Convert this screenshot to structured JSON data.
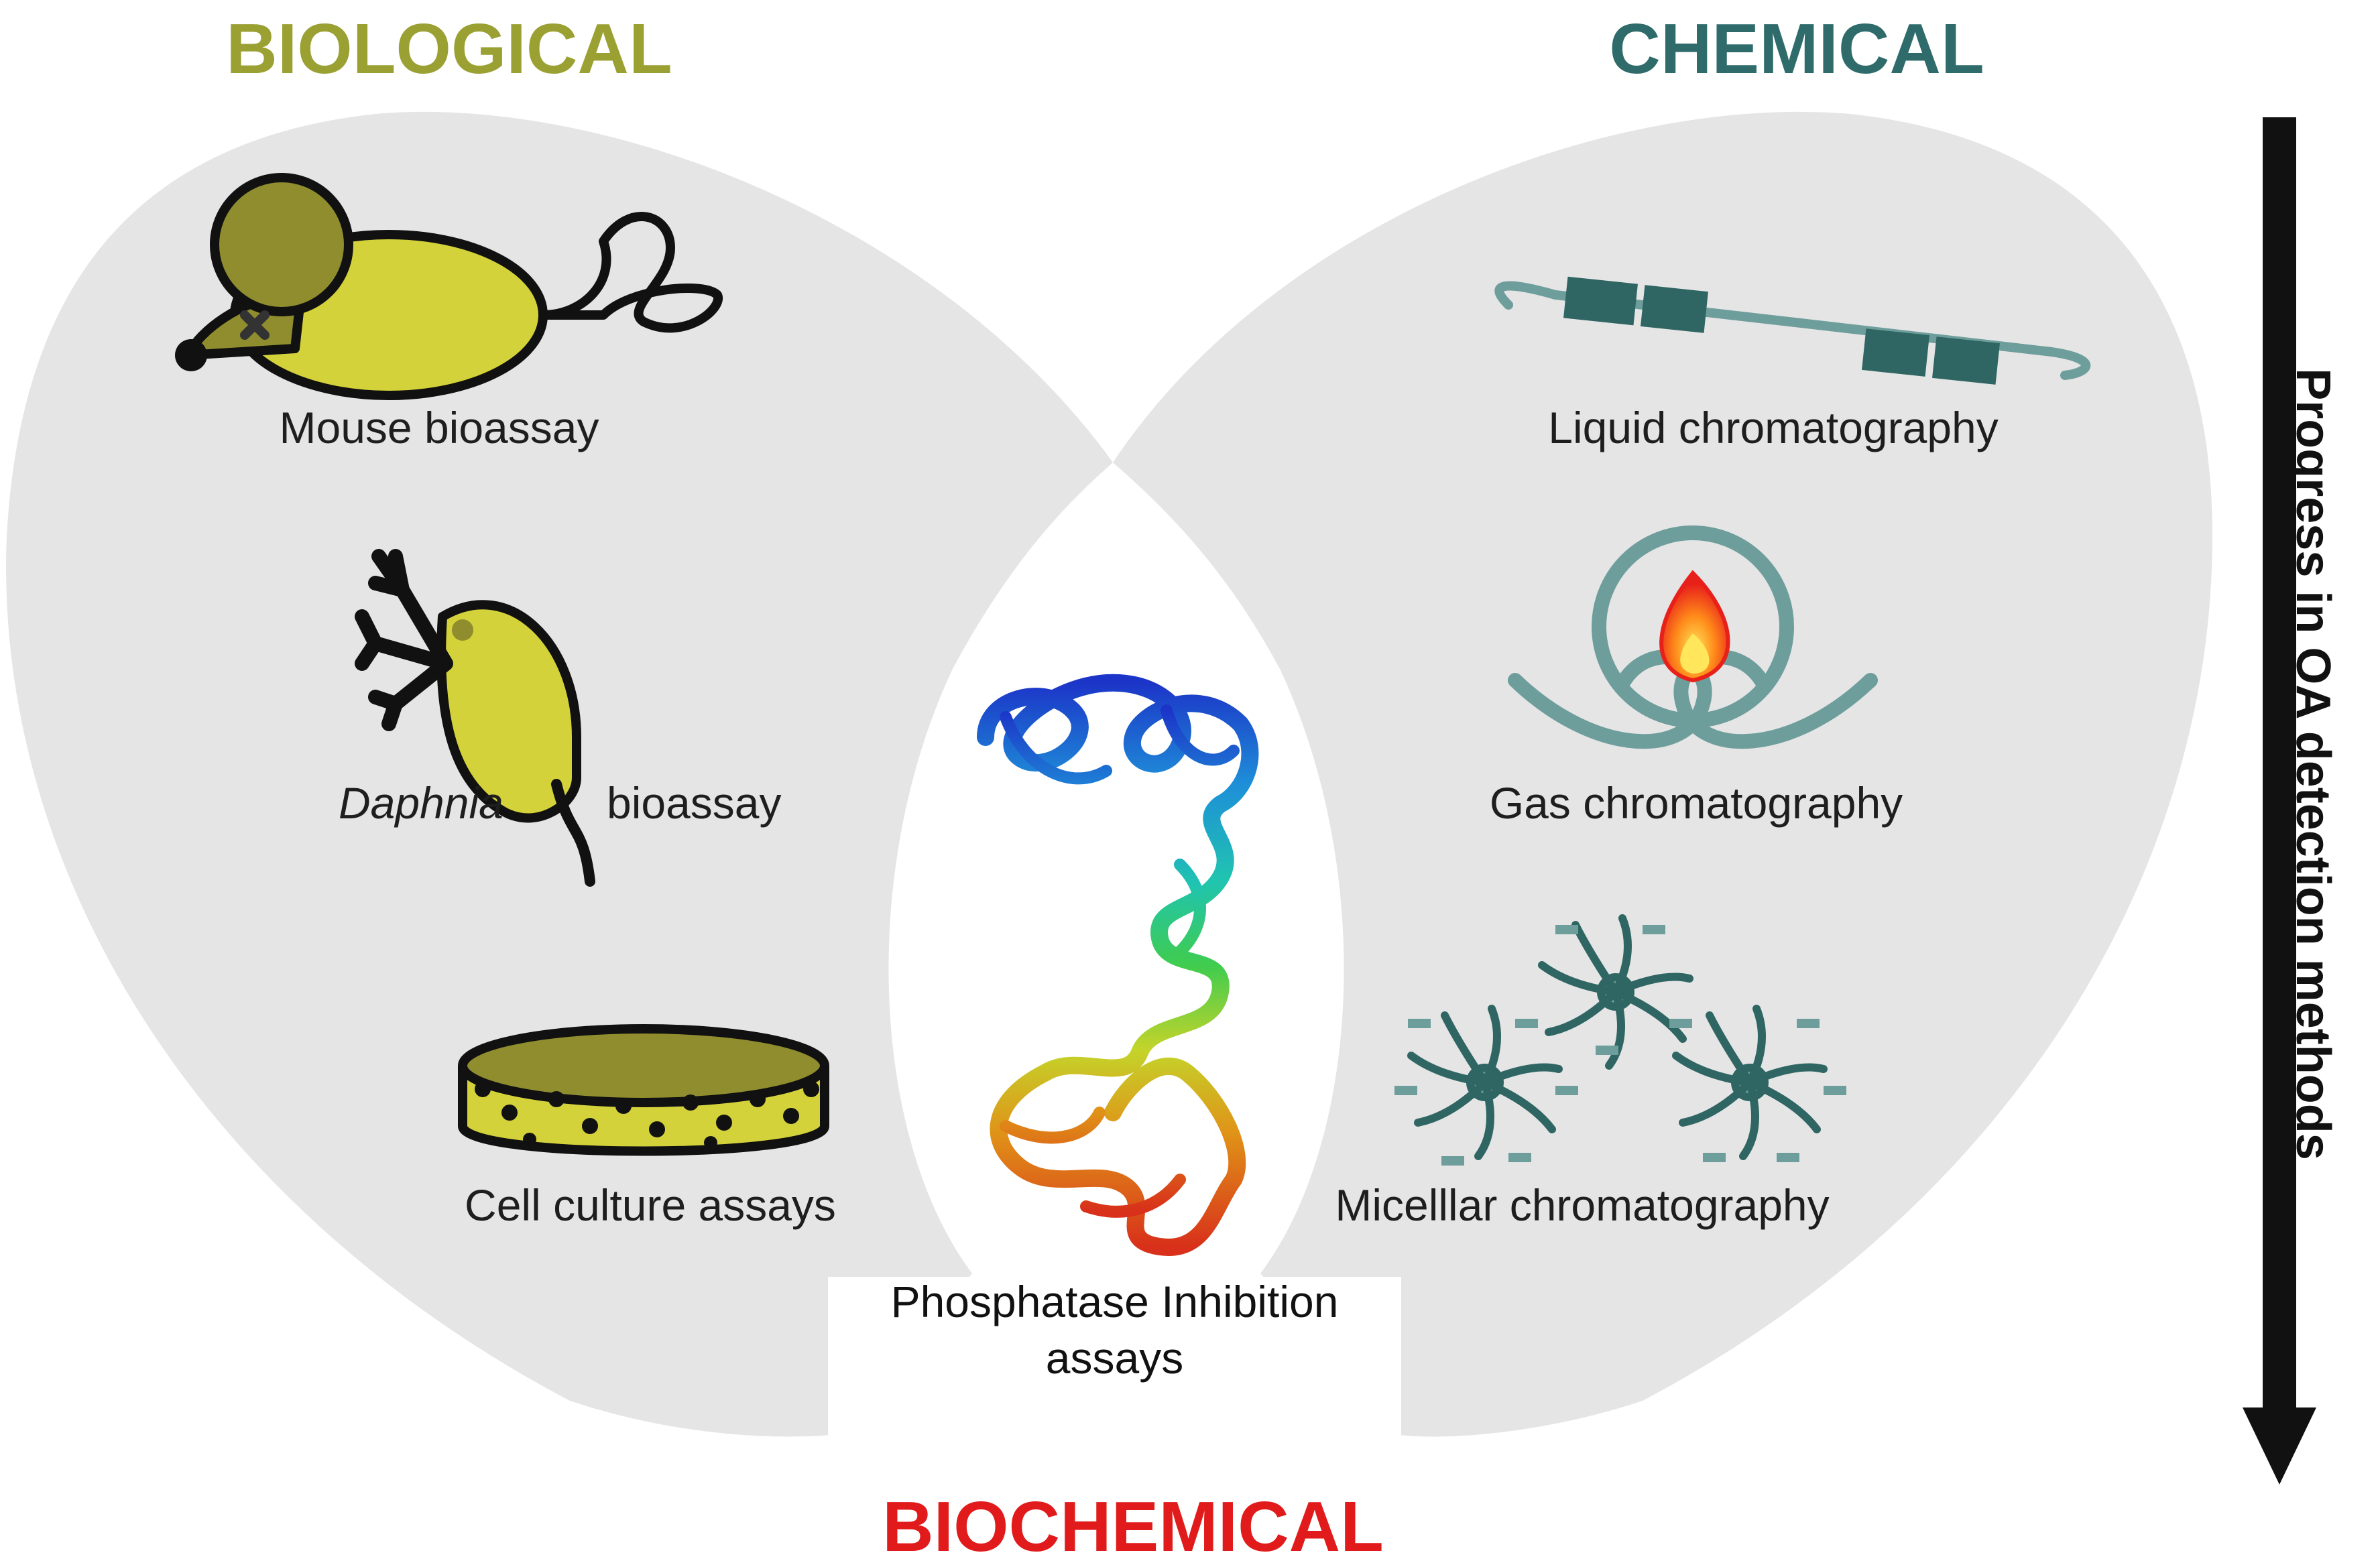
{
  "headings": {
    "biological": "BIOLOGICAL",
    "chemical": "CHEMICAL",
    "biochemical": "BIOCHEMICAL"
  },
  "labels": {
    "mouse": "Mouse bioassay",
    "daphnia_italic": "Daphnia",
    "daphnia_rest": "bioassay",
    "cell_culture": "Cell culture assays",
    "liquid": "Liquid chromatography",
    "gas": "Gas chromatography",
    "micellar": "Micelllar chromatography",
    "phosphatase_line1": "Phosphatase Inhibition",
    "phosphatase_line2": "assays"
  },
  "axis_label": "Progress in OA detection methods",
  "colors": {
    "biological": "#9ba033",
    "chemical": "#2e6b6a",
    "biochemical": "#e11b1b",
    "lobe_fill": "#e5e5e5",
    "organism_fill": "#d4d23a",
    "organism_dark": "#8f8d2e",
    "column_teal": "#6e9e9c",
    "column_dark": "#2f6663"
  },
  "icons": [
    "mouse-icon",
    "daphnia-icon",
    "petri-dish-icon",
    "lc-column-icon",
    "gc-coil-icon",
    "micelle-icon",
    "protein-ribbon-icon",
    "arrow-down-icon"
  ]
}
